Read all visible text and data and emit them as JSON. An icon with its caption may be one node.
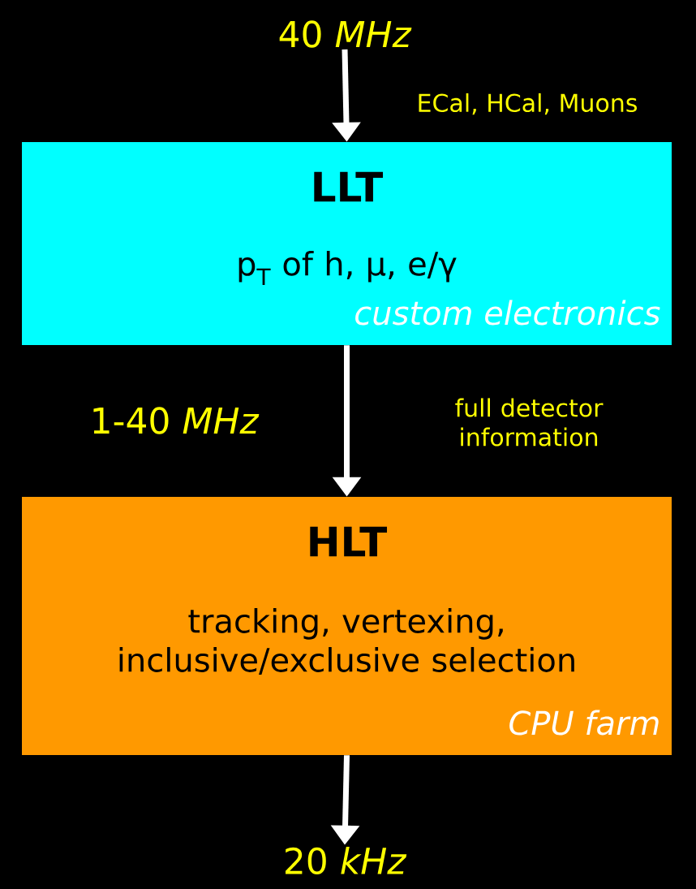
{
  "diagram": {
    "nodes": [
      {
        "text": [
          "40 *MHz*"
        ]
      },
      {
        "text": [
          "LLT",
          "p$_{T}$ of h, μ, e/γ",
          "custom electronics"
        ]
      },
      {
        "text": [
          "HLT",
          "tracking, vertexing, inclusive/exclusive selection",
          "CPU farm"
        ]
      },
      {
        "text": [
          "20 *kHz*"
        ]
      }
    ],
    "edges": [
      {
        "from": 0,
        "to": 1,
        "arrow": "to",
        "label": "ECal, HCal, Muons"
      },
      {
        "from": 1,
        "to": 2,
        "arrow": "to",
        "label": "full detector information"
      },
      {
        "from": 2,
        "to": 3,
        "arrow": "to"
      }
    ],
    "labels": [
      "1-40 *MHz*"
    ]
  }
}
